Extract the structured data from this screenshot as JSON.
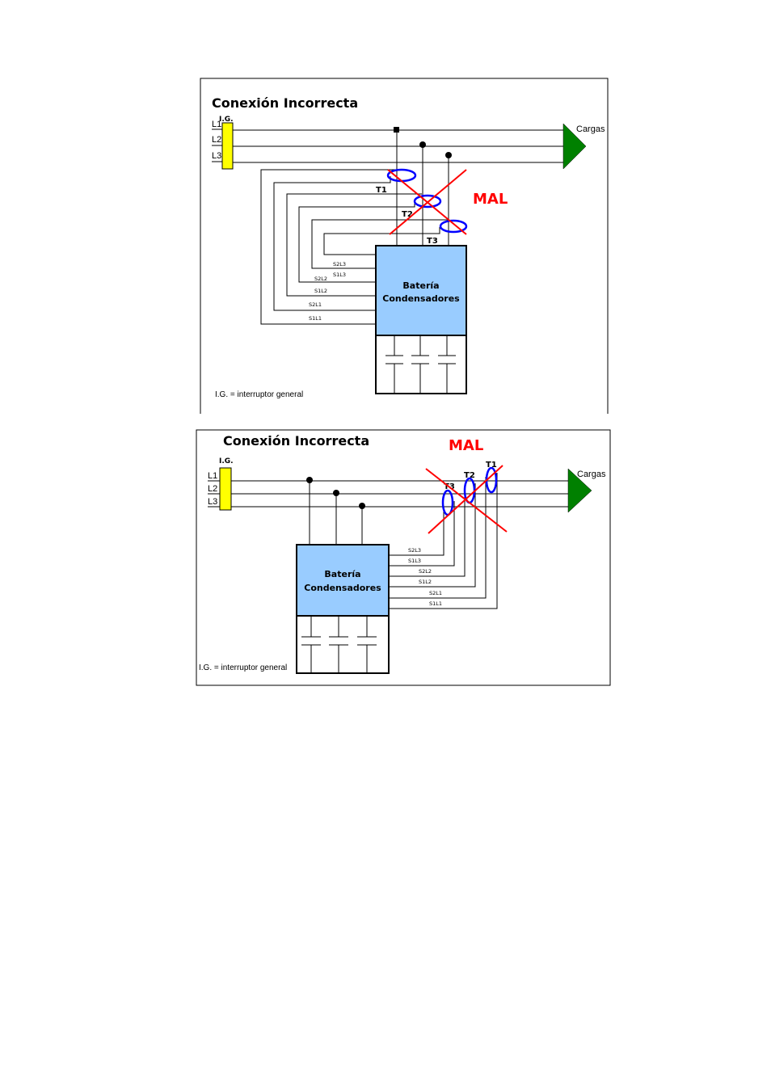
{
  "colors": {
    "switch": "#ffff00",
    "battery": "#99ccff",
    "arrow": "#008000",
    "cross": "#ff0000",
    "ring": "#0000ff"
  },
  "diagram1": {
    "title": "Conexión Incorrecta",
    "switch_label": "I.G.",
    "lines": [
      "L1",
      "L2",
      "L3"
    ],
    "loads": "Cargas",
    "verdict": "MAL",
    "transformers": [
      "T1",
      "T2",
      "T3"
    ],
    "wires": [
      "S2L3",
      "S1L3",
      "S2L2",
      "S1L2",
      "S2L1",
      "S1L1"
    ],
    "battery_line1": "Batería",
    "battery_line2": "Condensadores",
    "legend": "I.G. = interruptor general"
  },
  "diagram2": {
    "title": "Conexión Incorrecta",
    "switch_label": "I.G.",
    "lines": [
      "L1",
      "L2",
      "L3"
    ],
    "loads": "Cargas",
    "verdict": "MAL",
    "transformers": [
      "T1",
      "T2",
      "T3"
    ],
    "wires": [
      "S2L3",
      "S1L3",
      "S2L2",
      "S1L2",
      "S2L1",
      "S1L1"
    ],
    "battery_line1": "Batería",
    "battery_line2": "Condensadores",
    "legend": "I.G. = interruptor general"
  }
}
